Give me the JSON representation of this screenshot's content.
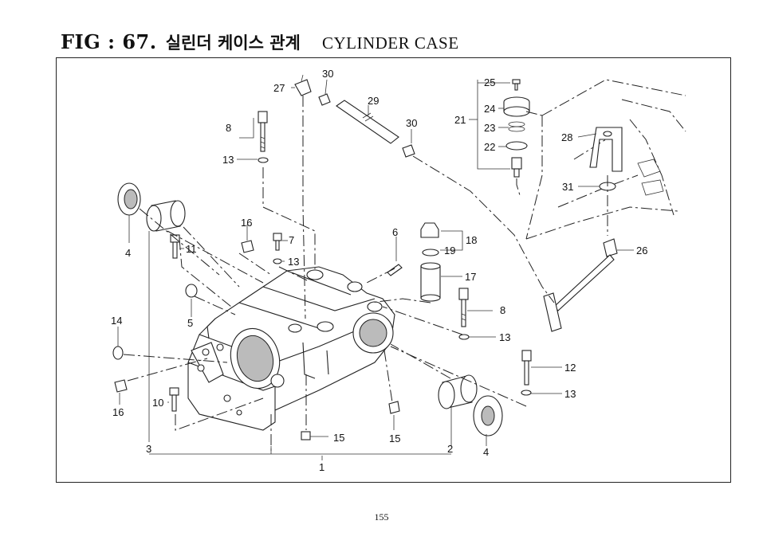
{
  "title": {
    "fig": "FIG : 67.",
    "korean": "실린더 케이스 관계",
    "english": "CYLINDER CASE"
  },
  "callouts": [
    {
      "id": "c1",
      "text": "1"
    },
    {
      "id": "c2",
      "text": "2"
    },
    {
      "id": "c3",
      "text": "3"
    },
    {
      "id": "c4a",
      "text": "4"
    },
    {
      "id": "c4b",
      "text": "4"
    },
    {
      "id": "c5",
      "text": "5"
    },
    {
      "id": "c6",
      "text": "6"
    },
    {
      "id": "c7",
      "text": "7"
    },
    {
      "id": "c8a",
      "text": "8"
    },
    {
      "id": "c8b",
      "text": "8"
    },
    {
      "id": "c10",
      "text": "10"
    },
    {
      "id": "c11",
      "text": "11"
    },
    {
      "id": "c12",
      "text": "12"
    },
    {
      "id": "c13a",
      "text": "13"
    },
    {
      "id": "c13b",
      "text": "13"
    },
    {
      "id": "c13c",
      "text": "13"
    },
    {
      "id": "c13d",
      "text": "13"
    },
    {
      "id": "c14",
      "text": "14"
    },
    {
      "id": "c15a",
      "text": "15"
    },
    {
      "id": "c15b",
      "text": "15"
    },
    {
      "id": "c16a",
      "text": "16"
    },
    {
      "id": "c16b",
      "text": "16"
    },
    {
      "id": "c17",
      "text": "17"
    },
    {
      "id": "c18",
      "text": "18"
    },
    {
      "id": "c19",
      "text": "19"
    },
    {
      "id": "c21",
      "text": "21"
    },
    {
      "id": "c22",
      "text": "22"
    },
    {
      "id": "c23",
      "text": "23"
    },
    {
      "id": "c24",
      "text": "24"
    },
    {
      "id": "c25",
      "text": "25"
    },
    {
      "id": "c26",
      "text": "26"
    },
    {
      "id": "c27",
      "text": "27"
    },
    {
      "id": "c28",
      "text": "28"
    },
    {
      "id": "c29",
      "text": "29"
    },
    {
      "id": "c30a",
      "text": "30"
    },
    {
      "id": "c30b",
      "text": "30"
    },
    {
      "id": "c31",
      "text": "31"
    }
  ],
  "page_number": "155"
}
